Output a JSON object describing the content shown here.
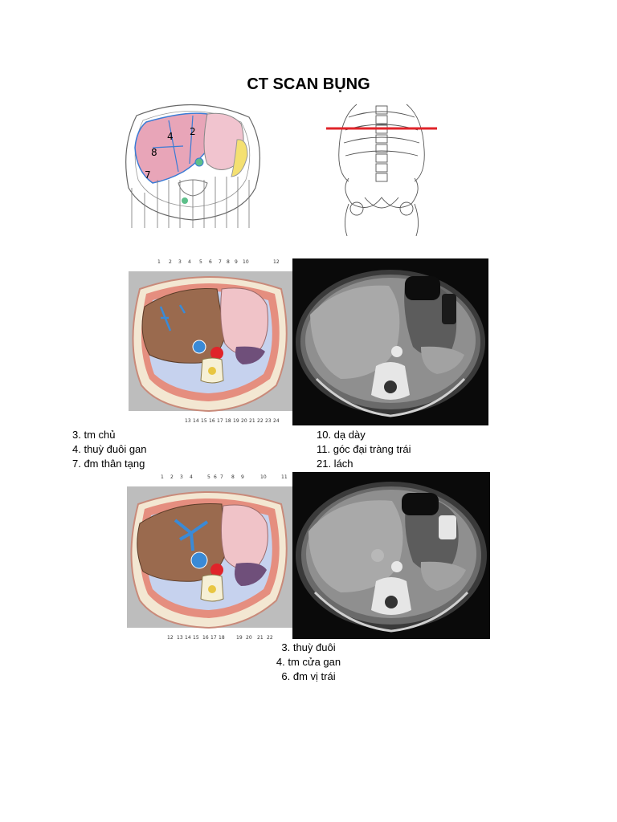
{
  "title": "CT SCAN BỤNG",
  "figure1_labels": [
    "2",
    "4",
    "8",
    "7"
  ],
  "diagram1_numbers_top": [
    "1",
    "2",
    "3",
    "4",
    "5",
    "6",
    "7",
    "8",
    "9",
    "10",
    "12"
  ],
  "diagram1_numbers_bottom": [
    "13",
    "14",
    "15",
    "16",
    "17",
    "18",
    "19",
    "20",
    "21",
    "22",
    "23",
    "24"
  ],
  "caption1_left": [
    "3. tm chủ",
    "4. thuỳ đuôi gan",
    "7. đm thân tạng"
  ],
  "caption1_right": [
    "10. dạ dày",
    "11. góc đại tràng trái",
    "21. lách"
  ],
  "diagram2_numbers_top": [
    "1",
    "2",
    "3",
    "4",
    "5",
    "6",
    "7",
    "8",
    "9",
    "10",
    "11"
  ],
  "diagram2_numbers_bottom": [
    "12",
    "13",
    "14",
    "15",
    "16",
    "17",
    "18",
    "19",
    "20",
    "21",
    "22"
  ],
  "caption2": [
    "3. thuỳ đuôi",
    "4. tm cửa gan",
    "6. đm vị trái"
  ],
  "colors": {
    "liver_pink": "#e8a5b8",
    "liver_brown": "#9a6a4e",
    "ct_background": "#0a0a0a",
    "marker_red": "#e0242a",
    "vessel_blue": "#3a8ad6"
  }
}
